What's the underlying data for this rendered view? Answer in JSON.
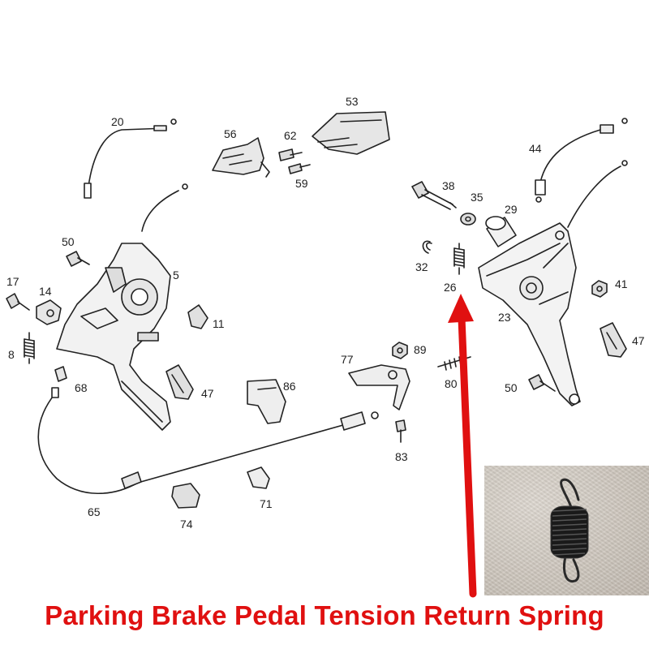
{
  "diagram": {
    "part_labels": [
      "20",
      "56",
      "62",
      "53",
      "44",
      "38",
      "35",
      "29",
      "50",
      "5",
      "17",
      "14",
      "11",
      "59",
      "32",
      "26",
      "41",
      "8",
      "23",
      "47",
      "77",
      "89",
      "68",
      "86",
      "80",
      "47",
      "50",
      "65",
      "74",
      "71",
      "83"
    ]
  },
  "caption": {
    "text": "Parking Brake Pedal Tension Return Spring",
    "color": "#e01010"
  },
  "arrow": {
    "color": "#e01010"
  },
  "photo": {
    "subject": "tension-spring-photo"
  }
}
